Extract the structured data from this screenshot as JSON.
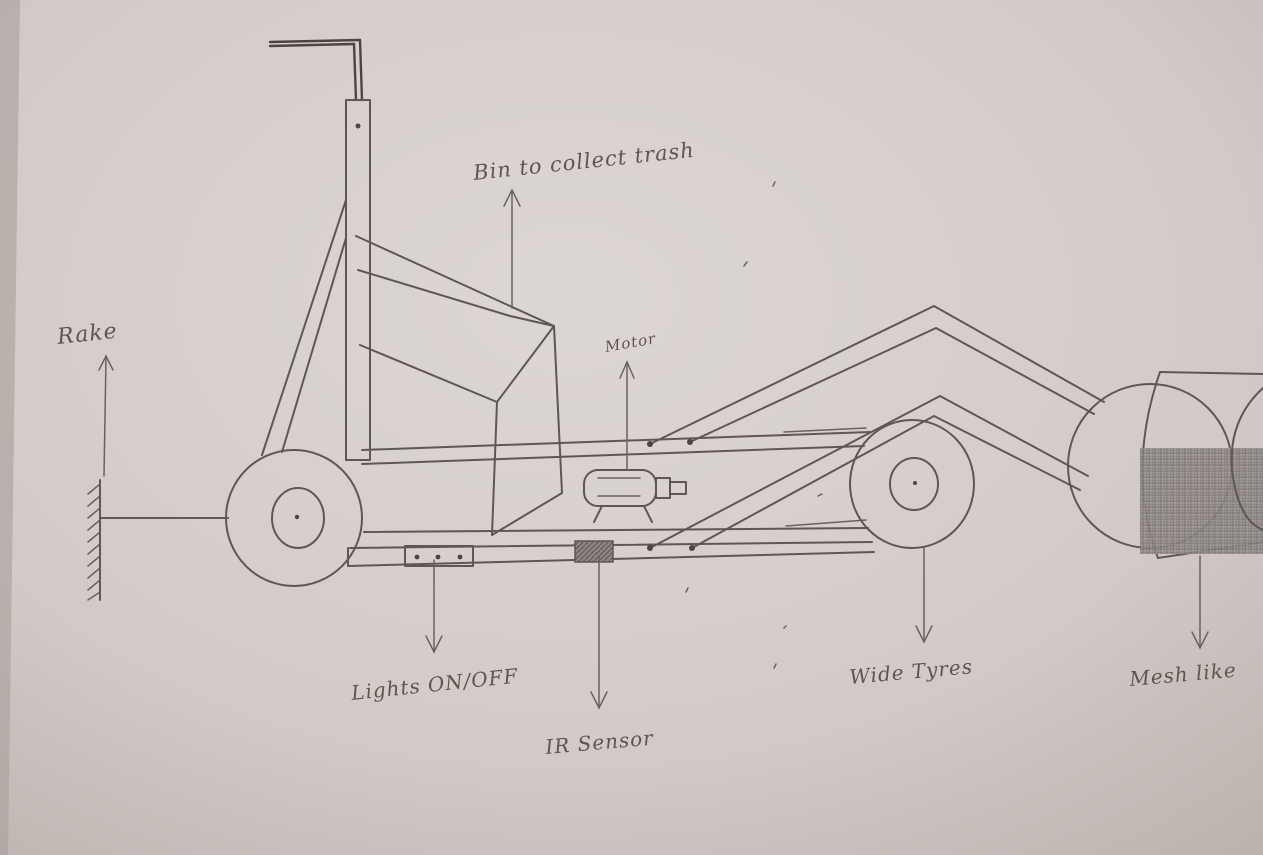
{
  "labels": {
    "bin": "Bin to collect trash",
    "rake": "Rake",
    "motor": "Motor",
    "lights": "Lights ON/OFF",
    "ir_sensor": "IR Sensor",
    "tyres": "Wide Tyres",
    "mesh": "Mesh like"
  },
  "colors": {
    "paper": "#d6cfcc",
    "ink": "#5e5754",
    "mesh_fill": "#8f8985"
  }
}
